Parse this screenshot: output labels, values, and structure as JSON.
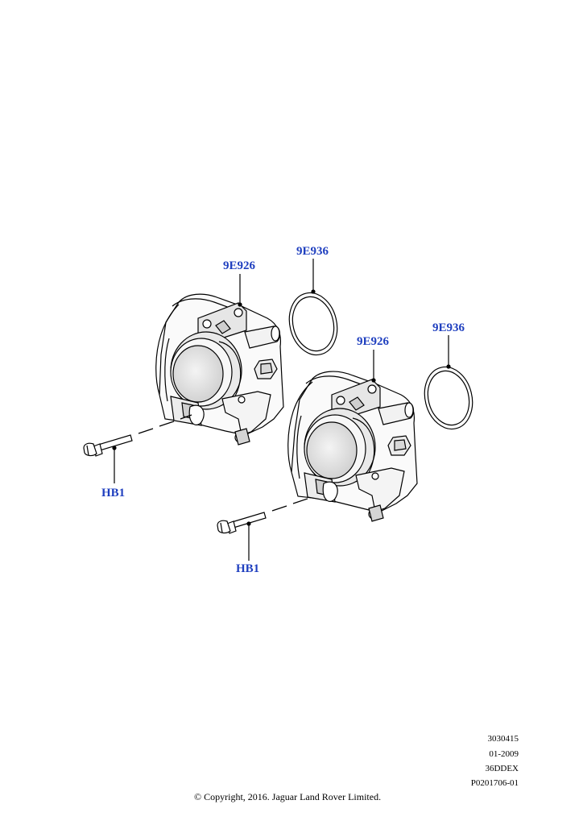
{
  "callouts": {
    "throttle_body_upper": "9E926",
    "gasket_upper": "9E936",
    "throttle_body_lower": "9E926",
    "gasket_lower": "9E936",
    "bolt_upper": "HB1",
    "bolt_lower": "HB1"
  },
  "meta": {
    "line1": "3030415",
    "line2": "01-2009",
    "line3": "36DDEX",
    "line4": "P0201706-01"
  },
  "copyright": "© Copyright, 2016. Jaguar Land Rover Limited.",
  "colors": {
    "callout": "#1f3fbf",
    "line": "#000000",
    "shade": "#d9d9d9",
    "lens": "#eeeeee"
  }
}
